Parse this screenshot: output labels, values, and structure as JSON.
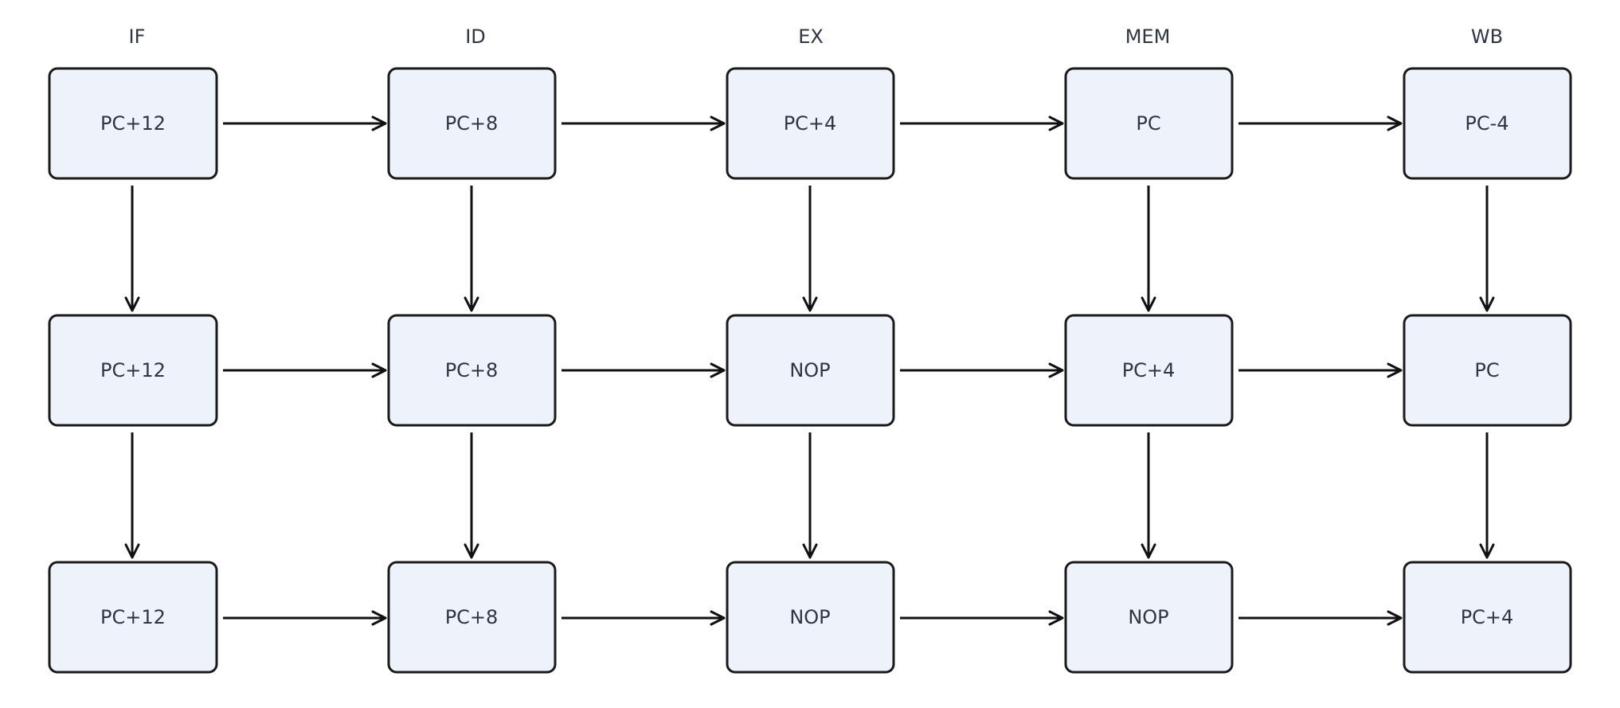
{
  "stages": [
    "IF",
    "ID",
    "EX",
    "MEM",
    "WB"
  ],
  "rows": [
    [
      "PC+12",
      "PC+8",
      "PC+4",
      "PC",
      "PC-4"
    ],
    [
      "PC+12",
      "PC+8",
      "NOP",
      "PC+4",
      "PC"
    ],
    [
      "PC+12",
      "PC+8",
      "NOP",
      "NOP",
      "PC+4"
    ]
  ],
  "colors": {
    "node_fill": "#eef3fb",
    "node_stroke": "#1a1a1a",
    "edge": "#111111",
    "text": "#2f3542"
  }
}
